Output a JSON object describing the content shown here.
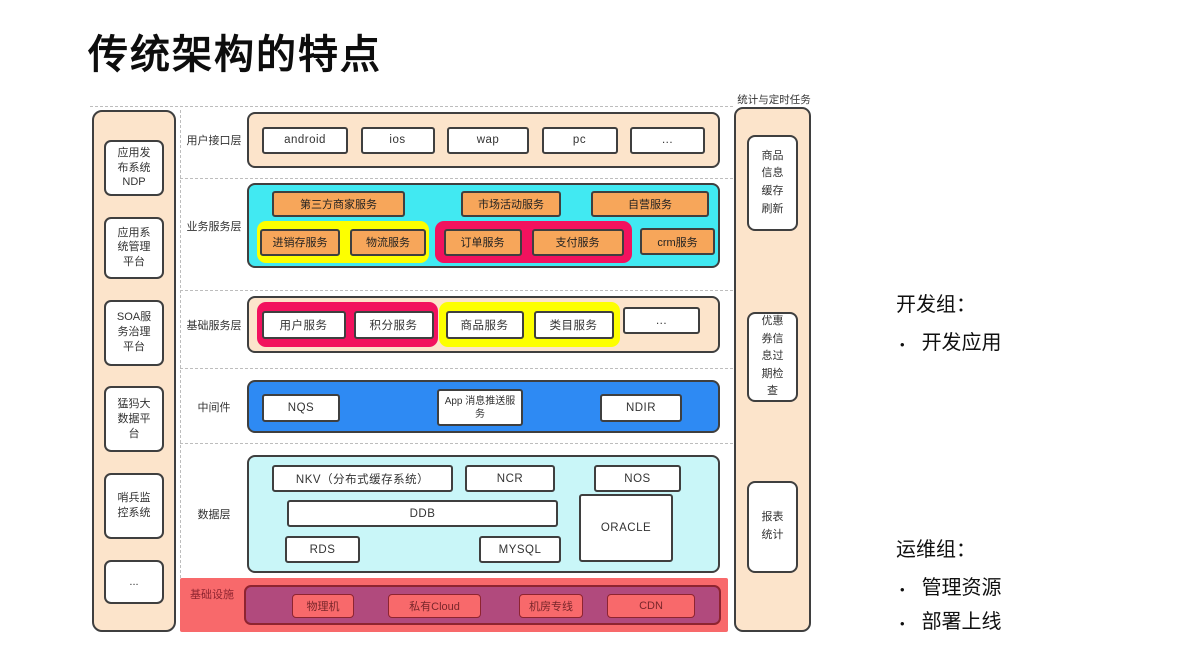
{
  "title": "传统架构的特点",
  "bullet_char": "•",
  "colors": {
    "peach": "#fce4cb",
    "cyan": "#41e9f2",
    "yellow": "#fdff00",
    "pink": "#f2125e",
    "orange": "#f7a65a",
    "blue": "#2e8af3",
    "lightcyan": "#c9f6f8",
    "salmon": "#f8696b",
    "magenta": "#b14a7d",
    "darkred": "#8e2430",
    "infratext": "#79262b",
    "border": "#3f3f3f"
  },
  "left_panel": {
    "items": [
      "应用发布系统NDP",
      "应用系统管理平台",
      "SOA服务治理平台",
      "猛犸大数据平台",
      "哨兵监控系统",
      "..."
    ]
  },
  "layers": [
    {
      "label": "用户接口层",
      "items": [
        "android",
        "ios",
        "wap",
        "pc",
        "..."
      ]
    },
    {
      "label": "业务服务层",
      "row1": [
        "第三方商家服务",
        "市场活动服务",
        "自营服务"
      ],
      "yellow_group": [
        "进销存服务",
        "物流服务"
      ],
      "pink_group": [
        "订单服务",
        "支付服务"
      ],
      "standalone": "crm服务"
    },
    {
      "label": "基础服务层",
      "pink_group": [
        "用户服务",
        "积分服务"
      ],
      "yellow_group": [
        "商品服务",
        "类目服务"
      ],
      "standalone": "..."
    },
    {
      "label": "中间件",
      "items": [
        "NQS",
        "App 消息推送服务",
        "NDIR"
      ]
    },
    {
      "label": "数据层",
      "row1": [
        "NKV（分布式缓存系统）",
        "NCR",
        "NOS"
      ],
      "wide": "DDB",
      "tall": "ORACLE",
      "row3": [
        "RDS",
        "MYSQL"
      ]
    },
    {
      "label": "基础设施",
      "items": [
        "物理机",
        "私有Cloud",
        "机房专线",
        "CDN"
      ]
    }
  ],
  "right_panel": {
    "title": "统计与定时任务",
    "items": [
      "商品信息缓存刷新",
      "优惠券信息过期检查",
      "报表统计"
    ]
  },
  "annotations": [
    {
      "heading": "开发组：",
      "bullets": [
        "开发应用"
      ]
    },
    {
      "heading": "运维组：",
      "bullets": [
        "管理资源",
        "部署上线"
      ]
    }
  ]
}
